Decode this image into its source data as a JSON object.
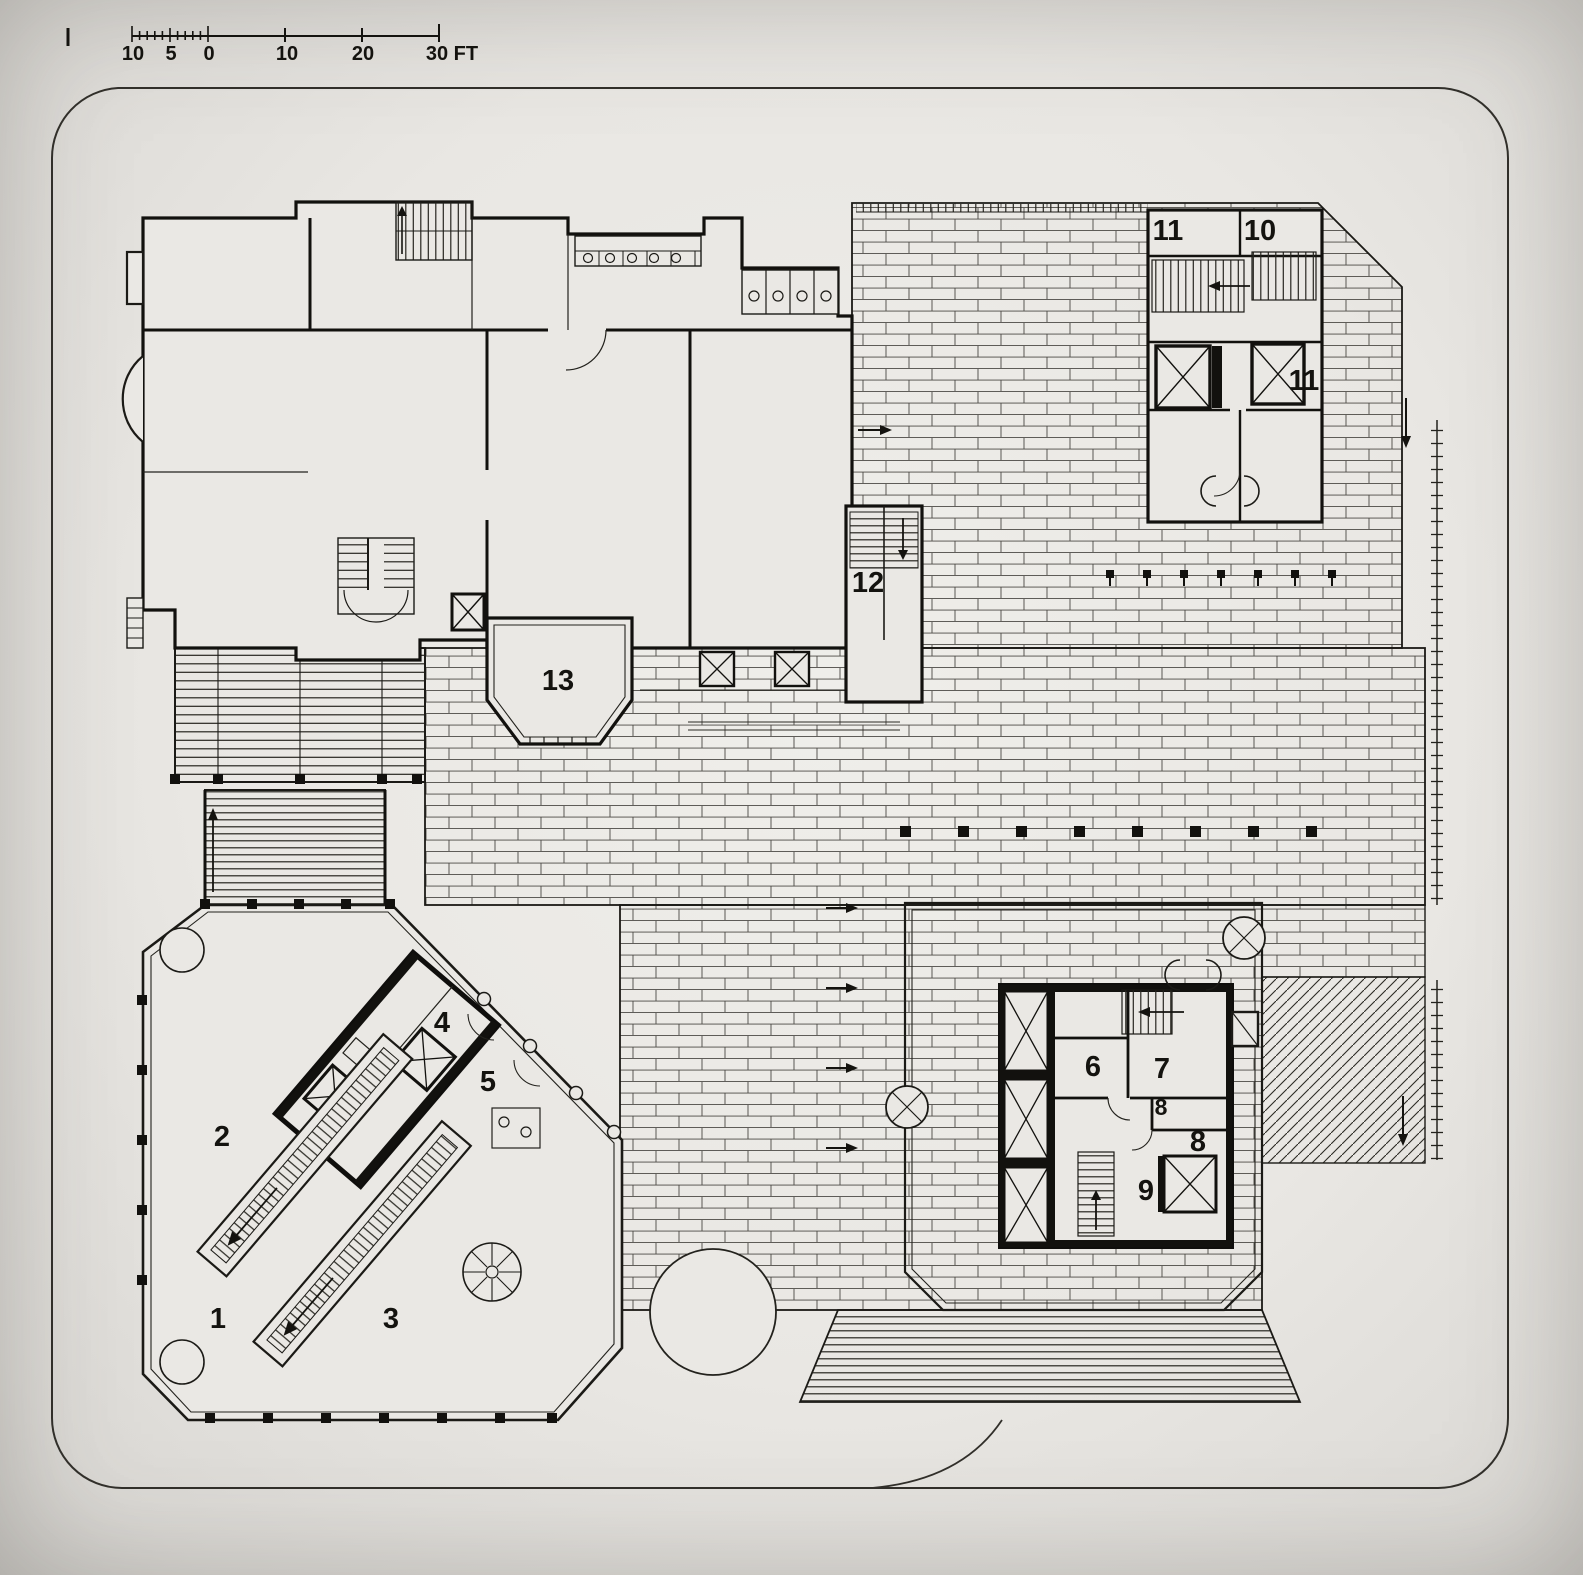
{
  "drawing": {
    "scale_bar": {
      "labels": [
        "10",
        "5",
        "0",
        "10",
        "20",
        "30 FT"
      ]
    },
    "rooms": {
      "r1": "1",
      "r2": "2",
      "r3": "3",
      "r4": "4",
      "r5": "5",
      "r6": "6",
      "r7": "7",
      "r8a": "8",
      "r8b": "8",
      "r9": "9",
      "r10": "10",
      "r11a": "11",
      "r11b": "11",
      "r12": "12",
      "r13": "13"
    },
    "palette": {
      "ink": "#14130f",
      "paper": "#eae8e4"
    }
  }
}
